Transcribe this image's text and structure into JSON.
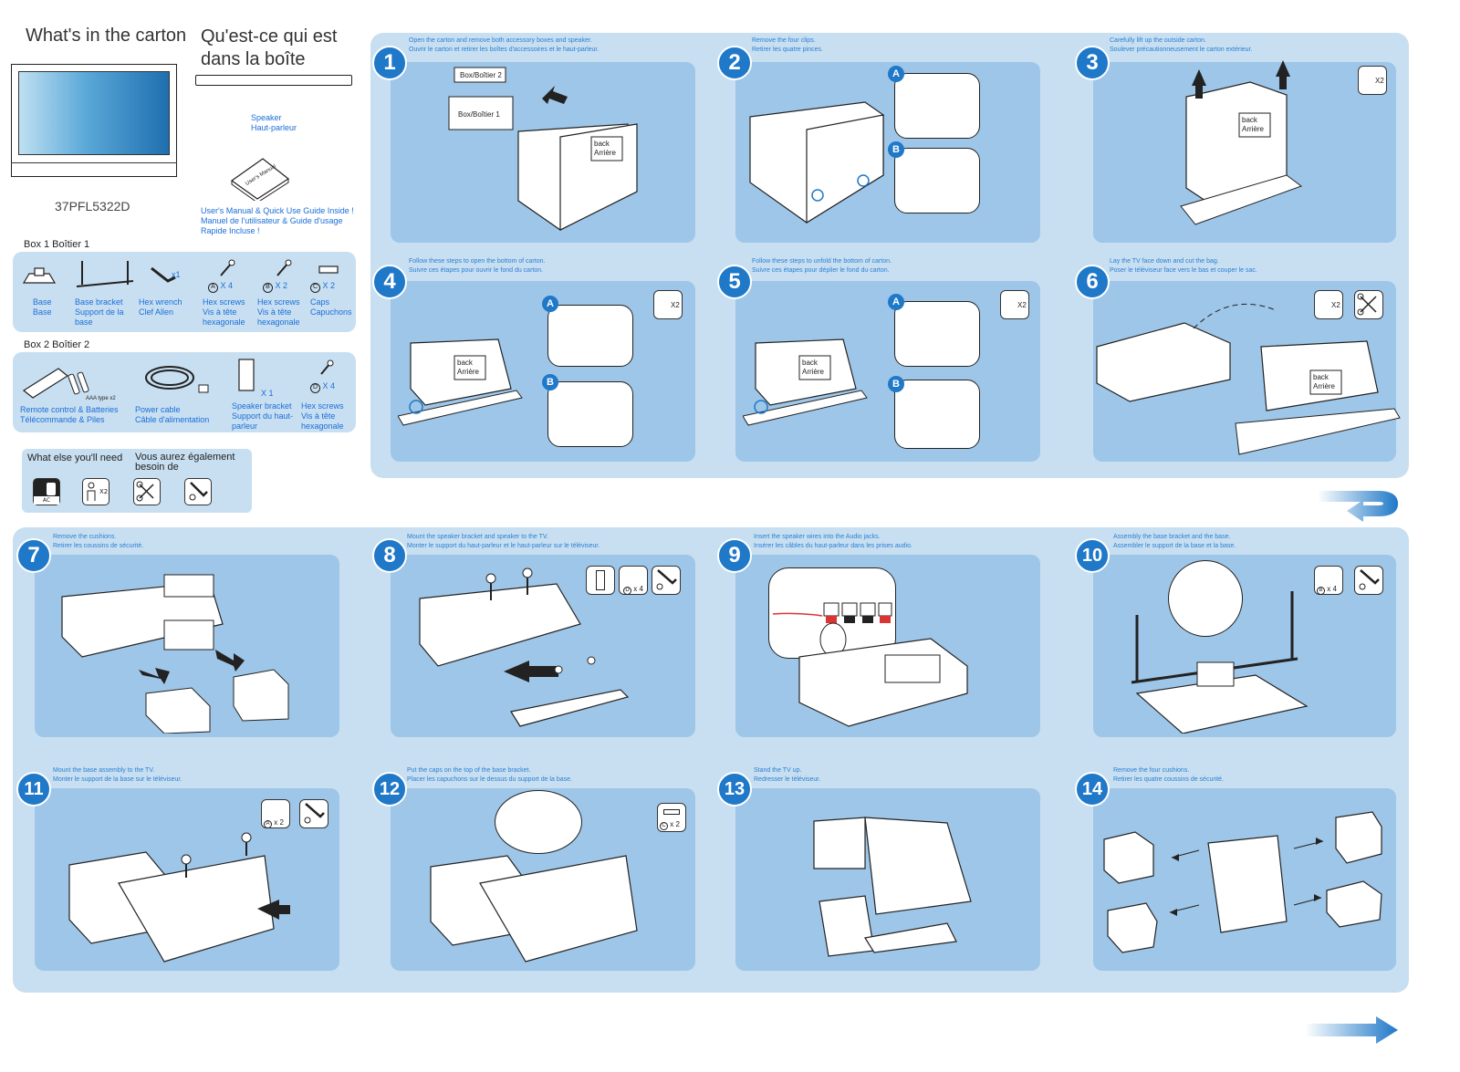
{
  "header": {
    "title_en": "What's in the carton",
    "title_fr_line1": "Qu'est-ce qui est",
    "title_fr_line2": "dans la boîte",
    "model": "37PFL5322D",
    "speaker_en": "Speaker",
    "speaker_fr": "Haut-parleur",
    "manual_cover": "User's Manual",
    "manual_en": "User's Manual & Quick Use Guide Inside !",
    "manual_fr1": "Manuel de l'utilisateur & Guide d'usage",
    "manual_fr2": "Rapide Incluse !"
  },
  "box1": {
    "label": "Box 1    Boîtier  1",
    "items": [
      {
        "name": "Base",
        "fr": "Base"
      },
      {
        "name": "Base bracket",
        "fr": "Support de la base"
      },
      {
        "name": "Hex wrench",
        "fr": "Clef Allen",
        "qty": "x1"
      },
      {
        "name": "Hex screws",
        "fr": "Vis à tête hexagonale",
        "qty": "X 4",
        "letter": "A"
      },
      {
        "name": "Hex screws",
        "fr": "Vis à tête hexagonale",
        "qty": "X 2",
        "letter": "B"
      },
      {
        "name": "Caps",
        "fr": "Capuchons",
        "qty": "X 2",
        "letter": "C"
      }
    ]
  },
  "box2": {
    "label": "Box 2    Boîtier  2",
    "battery_note": "AAA type x2",
    "items": [
      {
        "name": "Remote control & Batteries",
        "fr": "Télécommande & Piles"
      },
      {
        "name": "Power cable",
        "fr": "Câble d'alimentation"
      },
      {
        "name": "Speaker bracket",
        "fr": "Support du haut-parleur",
        "qty": "X 1"
      },
      {
        "name": "Hex screws",
        "fr": "Vis à tête hexagonale",
        "qty": "X 4",
        "letter": "D"
      }
    ]
  },
  "extra": {
    "en": "What else you'll need",
    "fr1": "Vous aurez également",
    "fr2": "besoin de",
    "ac": "AC",
    "x2": "X2"
  },
  "boxes": {
    "box1": "Box/Boîtier  1",
    "box2": "Box/Boîtier  2",
    "back": "back",
    "arriere": "Arrière"
  },
  "steps": [
    {
      "num": "1",
      "en": "Open the carton and remove both accessory boxes and speaker.",
      "fr": "Ouvrir le carton et retirer les boîtes d'accessoires et le haut-parleur."
    },
    {
      "num": "2",
      "en": "Remove the four clips.",
      "fr": "Retirer les quatre pinces."
    },
    {
      "num": "3",
      "en": "Carefully lift up the outside carton.",
      "fr": "Soulever précautionneusement le carton extérieur."
    },
    {
      "num": "4",
      "en": "Follow these steps to open the bottom of carton.",
      "fr": "Suivre ces étapes pour ouvrir le fond du carton."
    },
    {
      "num": "5",
      "en": "Follow these steps to unfold the bottom of carton.",
      "fr": "Suivre ces étapes pour déplier le fond du carton."
    },
    {
      "num": "6",
      "en": "Lay the TV face down and cut the bag.",
      "fr": "Poser le téléviseur face vers le bas et couper le sac."
    },
    {
      "num": "7",
      "en": "Remove the cushions.",
      "fr": "Retirer les coussins de sécurité."
    },
    {
      "num": "8",
      "en": "Mount the speaker bracket and speaker to the TV.",
      "fr": "Monter le support du haut-parleur et le haut-parleur sur le téléviseur."
    },
    {
      "num": "9",
      "en": "Insert the speaker wires into the Audio jacks.",
      "fr": "Insérer les câbles du haut-parleur dans les prises audio."
    },
    {
      "num": "10",
      "en": "Assembly the base bracket and the base.",
      "fr": "Assembler le support de la base et la base."
    },
    {
      "num": "11",
      "en": "Mount the base assembly to the TV.",
      "fr": "Monter le support de la base sur le téléviseur."
    },
    {
      "num": "12",
      "en": "Put the caps on the top of the base bracket.",
      "fr": "Placer les capuchons sur le dessus du support de la base."
    },
    {
      "num": "13",
      "en": "Stand the TV up.",
      "fr": "Redresser le téléviseur."
    },
    {
      "num": "14",
      "en": "Remove the four cushions.",
      "fr": "Retirer les quatre coussins de sécurité."
    }
  ],
  "tool_labels": {
    "x2": "X2",
    "d_x4": "x 4",
    "b_x4": "x 4",
    "a_x2": "x 2",
    "c_x2": "x 2",
    "letter_a": "A",
    "letter_b": "B",
    "letter_c": "C",
    "letter_d": "D"
  },
  "colors": {
    "panel": "#c8dff1",
    "card": "#9ec6e8",
    "accent": "#1f78c8",
    "text_blue": "#2a7fd4"
  },
  "icons": [
    "tv-icon",
    "speaker-icon",
    "manual-icon",
    "base-icon",
    "bracket-icon",
    "hex-wrench-icon",
    "screw-icon",
    "cap-icon",
    "remote-icon",
    "battery-icon",
    "power-cable-icon",
    "speaker-bracket-icon",
    "outlet-icon",
    "two-person-icon",
    "scissors-icon",
    "up-arrow-icon",
    "return-arrow-icon",
    "next-arrow-icon"
  ]
}
